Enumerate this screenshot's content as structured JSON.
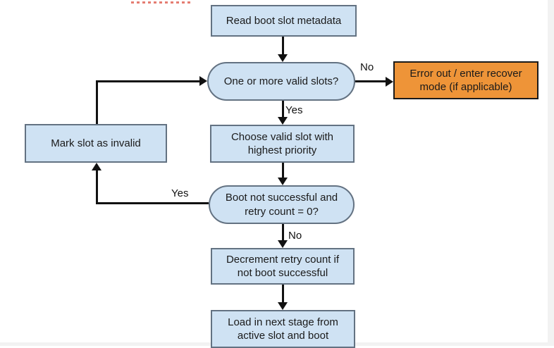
{
  "diagram": {
    "title_hint": "A/B boot slot selection flowchart",
    "nodes": {
      "read_metadata": {
        "label": "Read boot slot metadata",
        "type": "process"
      },
      "valid_slots": {
        "label": "One or more valid slots?",
        "type": "decision"
      },
      "error_recover": {
        "label": "Error out / enter recover mode (if applicable)",
        "type": "alert"
      },
      "choose_slot": {
        "label": "Choose valid slot with highest priority",
        "type": "process"
      },
      "mark_invalid": {
        "label": "Mark slot as invalid",
        "type": "process"
      },
      "boot_retry_check": {
        "label": "Boot not successful and retry count = 0?",
        "type": "decision"
      },
      "decrement_retry": {
        "label": "Decrement retry count if not boot successful",
        "type": "process"
      },
      "load_next_stage": {
        "label": "Load in next stage from active slot and boot",
        "type": "process"
      }
    },
    "edge_labels": {
      "valid_slots_no": "No",
      "valid_slots_yes": "Yes",
      "boot_retry_yes": "Yes",
      "boot_retry_no": "No"
    },
    "colors": {
      "process_fill": "#cfe2f3",
      "process_border": "#637282",
      "alert_fill": "#ee9438",
      "alert_border": "#1a1a1a",
      "connector": "#111111",
      "spellcheck_underline": "#e57d72",
      "page_background": "#ffffff",
      "gutter": "#f2f2f2"
    }
  }
}
